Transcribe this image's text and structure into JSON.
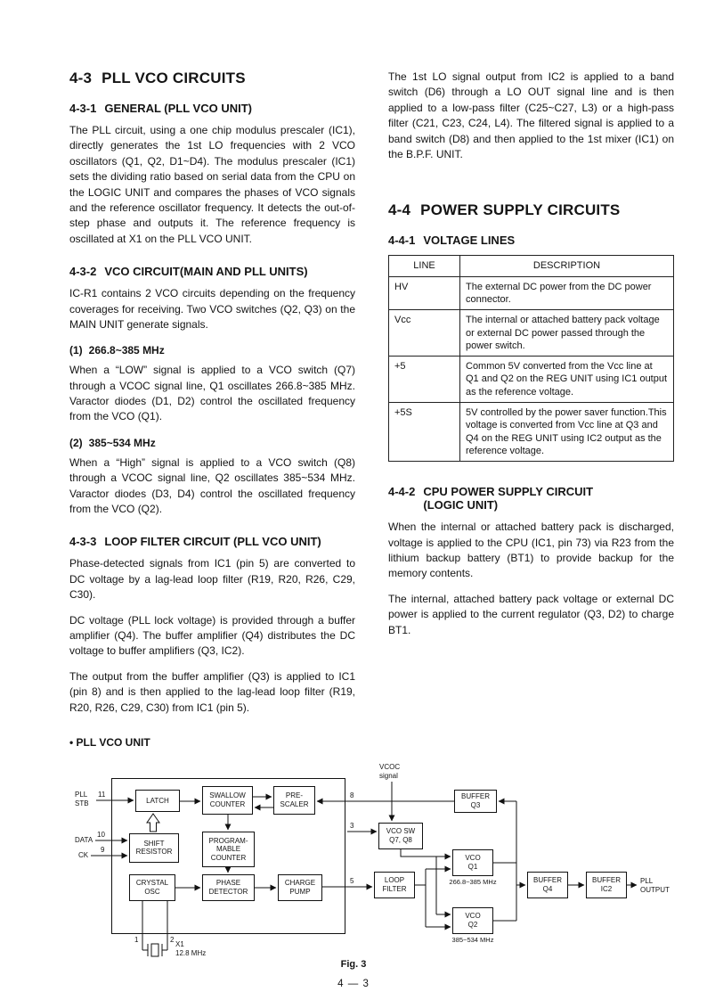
{
  "page": {
    "number": "4 — 3"
  },
  "left": {
    "h43": {
      "num": "4-3",
      "title": "PLL VCO CIRCUITS"
    },
    "h431": {
      "num": "4-3-1",
      "title": "GENERAL (PLL VCO UNIT)"
    },
    "p431": "The PLL circuit, using a one chip modulus prescaler (IC1), directly generates the 1st LO frequencies with 2 VCO oscillators (Q1, Q2, D1~D4). The modulus prescaler (IC1) sets the dividing ratio based on serial data from the CPU on the LOGIC UNIT and compares the phases of VCO signals and the reference oscillator frequency. It detects the out-of-step phase and outputs it. The reference frequency is oscillated at X1 on the PLL VCO UNIT.",
    "h432": {
      "num": "4-3-2",
      "title": "VCO CIRCUIT(MAIN AND PLL UNITS)"
    },
    "p432": "IC-R1 contains 2 VCO circuits depending on the frequency coverages for receiving. Two VCO switches (Q2, Q3) on the MAIN UNIT generate signals.",
    "h432a": {
      "num": "(1)",
      "title": "266.8~385 MHz"
    },
    "p432a": "When a “LOW” signal is applied to a VCO switch (Q7) through a VCOC signal line, Q1 oscillates 266.8~385 MHz. Varactor diodes (D1, D2) control the oscillated frequency from the VCO (Q1).",
    "h432b": {
      "num": "(2)",
      "title": "385~534 MHz"
    },
    "p432b": "When a “High” signal is applied to a VCO switch (Q8) through a VCOC signal line, Q2 oscillates 385~534 MHz. Varactor diodes (D3, D4) control the oscillated frequency from the VCO (Q2).",
    "h433": {
      "num": "4-3-3",
      "title": "LOOP FILTER CIRCUIT (PLL VCO UNIT)"
    },
    "p433a": "Phase-detected signals from IC1 (pin 5) are converted to DC voltage by a lag-lead loop filter (R19, R20, R26, C29, C30).",
    "p433b": "DC voltage (PLL lock voltage) is provided through a buffer amplifier (Q4). The buffer amplifier (Q4) distributes the DC voltage to buffer amplifiers (Q3, IC2).",
    "p433c": "The output from the buffer amplifier (Q3) is applied to IC1 (pin 8) and is then applied to the lag-lead loop filter (R19, R20, R26, C29, C30) from IC1 (pin 5).",
    "bullet": "• PLL VCO UNIT"
  },
  "right": {
    "p_intro": "The 1st LO signal output from IC2 is applied to a band switch (D6) through a LO OUT signal line and is then applied to a low-pass filter (C25~C27, L3) or a high-pass filter (C21, C23, C24, L4). The filtered signal is applied to a band switch (D8) and then applied to the 1st mixer (IC1) on the B.P.F. UNIT.",
    "h44": {
      "num": "4-4",
      "title": "POWER SUPPLY CIRCUITS"
    },
    "h441": {
      "num": "4-4-1",
      "title": "VOLTAGE LINES"
    },
    "voltage_table": {
      "headers": {
        "line": "LINE",
        "description": "DESCRIPTION"
      },
      "rows": [
        {
          "line": "HV",
          "description": "The external DC power from the DC power connector."
        },
        {
          "line": "Vcc",
          "description": "The internal or attached battery pack voltage or external DC power passed through the power switch."
        },
        {
          "line": "+5",
          "description": "Common 5V converted from the Vcc line at Q1 and Q2 on the REG UNIT using IC1 output as the reference voltage."
        },
        {
          "line": "+5S",
          "description": "5V controlled by the power saver function.This voltage is converted from Vcc line at Q3 and Q4 on the REG UNIT using IC2 output as the reference voltage."
        }
      ]
    },
    "h442": {
      "num": "4-4-2",
      "title": "CPU POWER SUPPLY CIRCUIT\n(LOGIC UNIT)"
    },
    "p442a": "When the internal or attached battery pack is discharged, voltage is applied to the CPU (IC1, pin 73) via R23 from the lithium backup battery (BT1) to provide backup for the memory contents.",
    "p442b": "The internal, attached battery pack voltage or external DC power is applied to the current regulator (Q3, D2) to charge BT1."
  },
  "diagram": {
    "caption": "Fig. 3",
    "signals": {
      "vcoc": "VCOC\nsignal",
      "pll_stb": "PLL\nSTB",
      "data": "DATA",
      "ck": "CK",
      "pll_output": "PLL\nOUTPUT"
    },
    "pins": {
      "p11": "11",
      "p10": "10",
      "p9": "9",
      "p8": "8",
      "p3": "3",
      "p5": "5",
      "p1": "1",
      "p2": "2"
    },
    "blocks": {
      "latch": "LATCH",
      "swallow": "SWALLOW\nCOUNTER",
      "prescaler": "PRE-\nSCALER",
      "shift": "SHIFT\nRESISTOR",
      "prog": "PROGRAM-\nMABLE\nCOUNTER",
      "crystal": "CRYSTAL\nOSC",
      "phase": "PHASE\nDETECTOR",
      "charge": "CHARGE\nPUMP",
      "vcosw": "VCO SW\nQ7, Q8",
      "bufq3": "BUFFER\nQ3",
      "vcoq1": "VCO\nQ1",
      "loop": "LOOP\nFILTER",
      "vcoq2": "VCO\nQ2",
      "bufq4": "BUFFER\nQ4",
      "bufic2": "BUFFER\nIC2"
    },
    "freq1": "266.8~385 MHz",
    "freq2": "385~534 MHz",
    "xtal": {
      "ref": "X1",
      "freq": "12.8 MHz"
    }
  }
}
